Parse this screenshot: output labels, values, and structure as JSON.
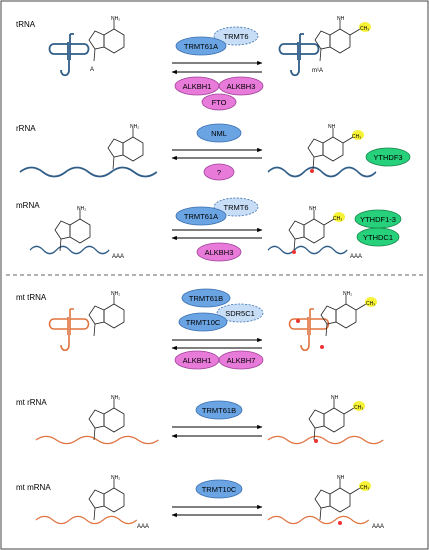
{
  "rows": [
    {
      "label": "tRNA",
      "writers": [
        "TRMT61A",
        "TRMT6"
      ],
      "erasers": [
        "ALKBH1",
        "ALKBH3",
        "FTO"
      ],
      "readers": [],
      "substrate_mark": "A",
      "product_mark": "m¹A"
    },
    {
      "label": "rRNA",
      "writers": [
        "NML"
      ],
      "erasers": [
        "?"
      ],
      "readers": [
        "YTHDF3"
      ]
    },
    {
      "label": "mRNA",
      "writers": [
        "TRMT61A",
        "TRMT6"
      ],
      "erasers": [
        "ALKBH3"
      ],
      "readers": [
        "YTHDF1-3",
        "YTHDC1"
      ],
      "tail": "AAA"
    },
    {
      "label": "mt tRNA",
      "writers": [
        "TRMT61B",
        "SDR5C1",
        "TRMT10C"
      ],
      "erasers": [
        "ALKBH1",
        "ALKBH7"
      ],
      "readers": []
    },
    {
      "label": "mt rRNA",
      "writers": [
        "TRMT61B"
      ],
      "erasers": [],
      "readers": []
    },
    {
      "label": "mt mRNA",
      "writers": [
        "TRMT10C"
      ],
      "erasers": [],
      "readers": [],
      "tail": "AAA"
    }
  ],
  "chem": {
    "nh2": "NH₂",
    "nh": "NH",
    "n": "N",
    "ch3": "CH₃"
  },
  "colors": {
    "writer": "#6aa4e3",
    "writer_partner": "#c7def6",
    "eraser": "#e87ad9",
    "reader": "#27d07a",
    "methyl": "#f6f236",
    "cyto_rna": "#2f5d88",
    "mito_rna": "#e0733f",
    "modified_site": "#ee3333"
  }
}
